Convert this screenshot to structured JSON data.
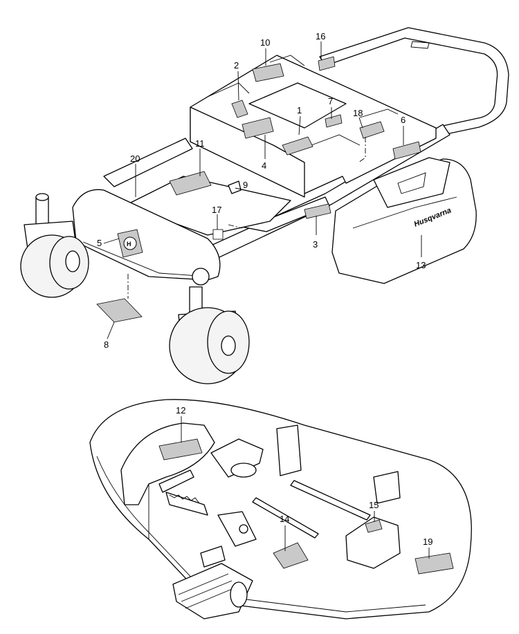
{
  "diagram": {
    "labels": [
      "1",
      "2",
      "3",
      "4",
      "5",
      "6",
      "7",
      "8",
      "9",
      "10",
      "11",
      "12",
      "13",
      "14",
      "15",
      "16",
      "17",
      "18",
      "19",
      "20"
    ],
    "brand_text": "Husqvarna"
  }
}
